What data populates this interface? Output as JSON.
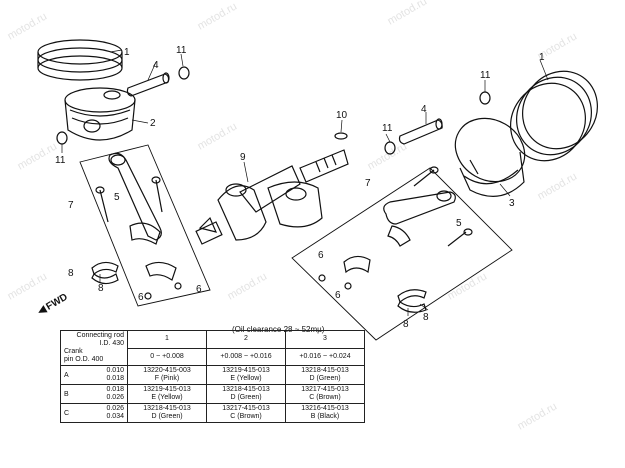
{
  "watermark": "motod.ru",
  "callouts": {
    "piston_ring_left": "1",
    "piston_ring_right": "1",
    "piston_left": "2",
    "piston_right": "3",
    "pin_left": "4",
    "pin_right": "4",
    "rod_bolt_left": "5",
    "rod_bolt_right": "5",
    "rod_nut": "6",
    "rod_nut_b": "6",
    "rod_assy_left": "7",
    "rod_assy_right": "7",
    "bearing_left": "8",
    "bearing_right_a": "8",
    "bearing_right_b": "8",
    "crankshaft": "9",
    "key": "10",
    "circlip_left_top": "11",
    "circlip_left_bottom": "11",
    "circlip_right": "11"
  },
  "fwd_label": "FWD",
  "clearance_note": "(Oil clearance 28 ~ 52mµ)",
  "table": {
    "corner_top": "Connecting rod I.D. 430",
    "corner_mid": "Crank",
    "corner_bottom": "pin O.D. 400",
    "col_headers": [
      "1",
      "2",
      "3"
    ],
    "col_ranges": [
      "0 ~ +0.008",
      "+0.008 ~ +0.016",
      "+0.016 ~ +0.024"
    ],
    "rows": [
      {
        "label": "A",
        "range": [
          "0.010",
          "0.018"
        ],
        "cells": [
          [
            "13220-415-003",
            "F (Pink)"
          ],
          [
            "13219-415-013",
            "E (Yellow)"
          ],
          [
            "13218-415-013",
            "D (Green)"
          ]
        ]
      },
      {
        "label": "B",
        "range": [
          "0.018",
          "0.026"
        ],
        "cells": [
          [
            "13219-415-013",
            "E (Yellow)"
          ],
          [
            "13218-415-013",
            "D (Green)"
          ],
          [
            "13217-415-013",
            "C (Brown)"
          ]
        ]
      },
      {
        "label": "C",
        "range": [
          "0.026",
          "0.034"
        ],
        "cells": [
          [
            "13218-415-013",
            "D (Green)"
          ],
          [
            "13217-415-013",
            "C (Brown)"
          ],
          [
            "13216-415-013",
            "B (Black)"
          ]
        ]
      }
    ]
  }
}
